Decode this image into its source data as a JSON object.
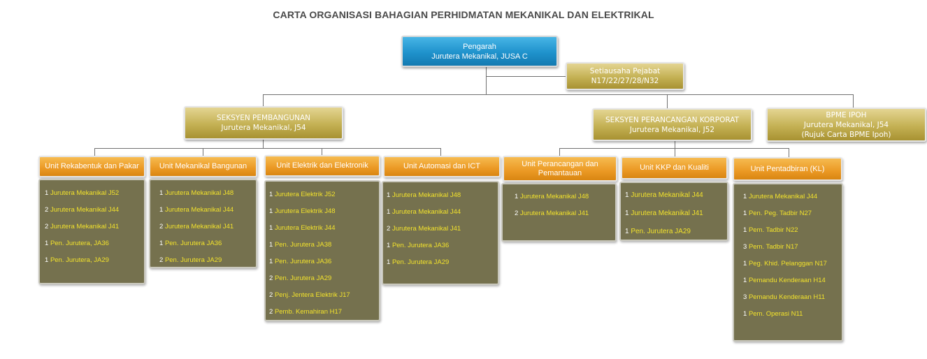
{
  "title": "CARTA ORGANISASI BAHAGIAN PERHIDMATAN MEKANIKAL DAN ELEKTRIKAL",
  "director": {
    "line1": "Pengarah",
    "line2": "Jurutera Mekanikal, JUSA C"
  },
  "secretary": {
    "line1": "Setiausaha Pejabat",
    "line2": "N17/22/27/28/N32"
  },
  "sections": [
    {
      "line1": "SEKSYEN PEMBANGUNAN",
      "line2": "Jurutera Mekanikal, J54"
    },
    {
      "line1": "SEKSYEN PERANCANGAN KORPORAT",
      "line2": "Jurutera Mekanikal, J52"
    },
    {
      "line1": "BPME IPOH",
      "line2": "Jurutera Mekanikal, J54",
      "line3": "(Rujuk Carta BPME Ipoh)"
    }
  ],
  "units": [
    {
      "name": "Unit Rekabentuk dan Pakar",
      "items": [
        {
          "count": "1",
          "role": "Jurutera Mekanikal J52"
        },
        {
          "count": "2",
          "role": "Jurutera Mekanikal J44"
        },
        {
          "count": "2",
          "role": "Jurutera Mekanikal J41"
        },
        {
          "count": "1",
          "role": "Pen. Jurutera, JA36"
        },
        {
          "count": "1",
          "role": "Pen. Jurutera, JA29"
        }
      ]
    },
    {
      "name": "Unit  Mekanikal Bangunan",
      "items": [
        {
          "count": "1",
          "role": "Jurutera Mekanikal J48"
        },
        {
          "count": "1",
          "role": "Jurutera Mekanikal J44"
        },
        {
          "count": "2",
          "role": "Jurutera Mekanikal J41"
        },
        {
          "count": "1",
          "role": "Pen. Jurutera JA36"
        },
        {
          "count": "2",
          "role": "Pen. Jurutera JA29"
        }
      ]
    },
    {
      "name": "Unit Elektrik dan Elektronik",
      "items": [
        {
          "count": "1",
          "role": "Jurutera Elektrik J52"
        },
        {
          "count": "1",
          "role": "Jurutera Elektrik J48"
        },
        {
          "count": "1",
          "role": "Jurutera Elektrik J44"
        },
        {
          "count": "1",
          "role": "Pen. Jurutera JA38"
        },
        {
          "count": "1",
          "role": "Pen. Jurutera JA36"
        },
        {
          "count": "2",
          "role": " Pen. Jurutera JA29"
        },
        {
          "count": "2",
          "role": "Penj. Jentera Elektrik J17"
        },
        {
          "count": "2",
          "role": "Pemb. Kemahiran H17"
        }
      ]
    },
    {
      "name": "Unit  Automasi dan ICT",
      "items": [
        {
          "count": "1",
          "role": "Jurutera Mekanikal J48"
        },
        {
          "count": "1",
          "role": "Jurutera Mekanikal J44"
        },
        {
          "count": "2",
          "role": "Jurutera Mekanikal J41"
        },
        {
          "count": "1",
          "role": "Pen. Jurutera JA36"
        },
        {
          "count": "1",
          "role": "Pen. Jurutera JA29"
        }
      ]
    },
    {
      "name": "Unit  Perancangan dan Pemantauan",
      "items": [
        {
          "count": "1",
          "role": "Jurutera Mekanikal J48"
        },
        {
          "count": "2",
          "role": "Jurutera Mekanikal J41"
        }
      ]
    },
    {
      "name": "Unit  KKP dan Kualiti",
      "items": [
        {
          "count": "1",
          "role": "Jurutera Mekanikal J44"
        },
        {
          "count": "1",
          "role": "Jurutera Mekanikal J41"
        },
        {
          "count": "1",
          "role": "Pen. Jurutera JA29"
        }
      ]
    },
    {
      "name": "Unit  Pentadbiran (KL)",
      "items": [
        {
          "count": "1",
          "role": "Jurutera Mekanikal J44"
        },
        {
          "count": "1",
          "role": "Pen. Peg. Tadbir N27"
        },
        {
          "count": "1",
          "role": "Pem. Tadbir N22"
        },
        {
          "count": "3",
          "role": "Pem. Tadbir N17"
        },
        {
          "count": "1",
          "role": "Peg. Khid. Pelanggan N17"
        },
        {
          "count": "1",
          "role": "Pemandu Kenderaan H14"
        },
        {
          "count": "3",
          "role": "Pemandu Kenderaan H11"
        },
        {
          "count": "1",
          "role": "Pem. Operasi N11"
        }
      ]
    }
  ]
}
